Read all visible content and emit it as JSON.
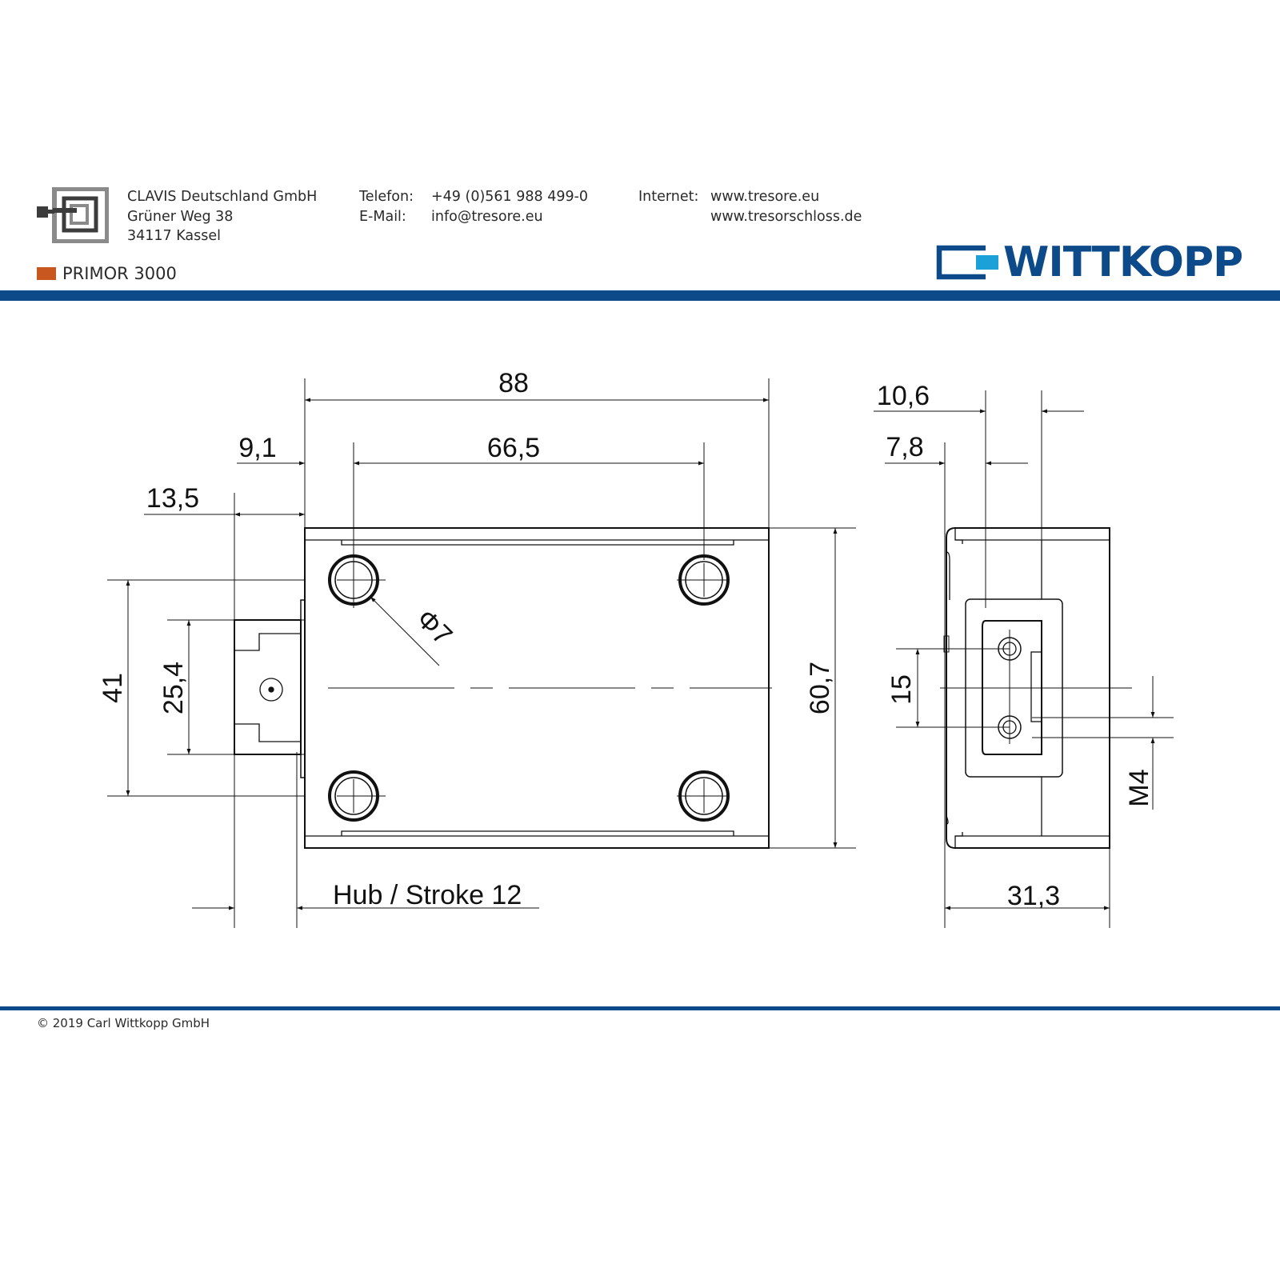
{
  "header": {
    "address": {
      "company": "CLAVIS Deutschland GmbH",
      "street": "Grüner Weg 38",
      "city": "34117 Kassel"
    },
    "contact": {
      "phone_label": "Telefon:",
      "phone": "+49 (0)561 988 499-0",
      "email_label": "E-Mail:",
      "email": "info@tresore.eu"
    },
    "web": {
      "label": "Internet:",
      "url1": "www.tresore.eu",
      "url2": "www.tresorschloss.de"
    },
    "product": "PRIMOR 3000",
    "brand": "WITTKOPP"
  },
  "colors": {
    "band": "#0c4a8a",
    "brand_blue": "#0c4a8a",
    "brand_cyan": "#1ba0d8",
    "product_swatch": "#c8561f",
    "logo_grey": "#8a8a8a",
    "logo_dark": "#3c3c3c",
    "line": "#111111"
  },
  "drawing": {
    "dims": {
      "width_total": "88",
      "hole_spacing_h": "66,5",
      "offset_left": "9,1",
      "bolt_projection": "13,5",
      "hole_spacing_v": "41",
      "bolt_height": "25,4",
      "height_total": "60,7",
      "hole_dia": "Φ7",
      "stroke": "Hub / Stroke 12",
      "side_10": "10,6",
      "side_7": "7,8",
      "side_15": "15",
      "thread": "M4",
      "depth": "31,3"
    }
  },
  "footer": {
    "copyright": "© 2019 Carl Wittkopp GmbH"
  }
}
